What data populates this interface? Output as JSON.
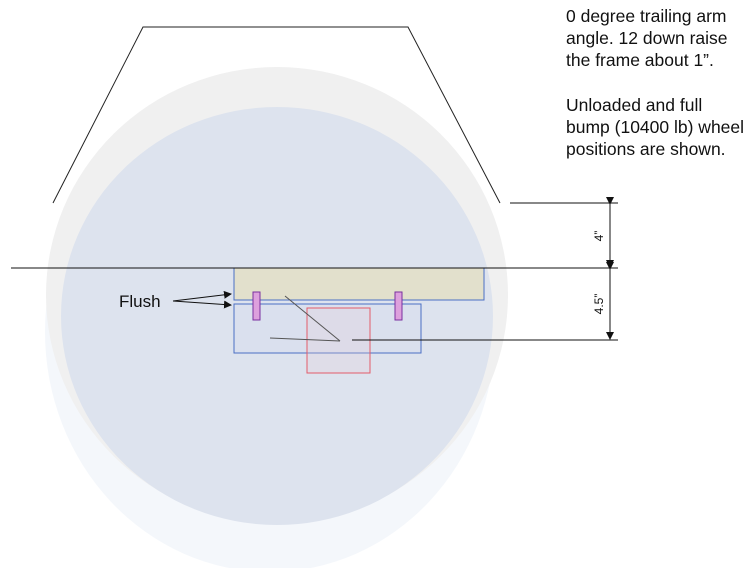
{
  "notes": {
    "note_1": "0 degree trailing arm angle. 12 down raise the frame about 1”.",
    "note_2": "Unloaded and full bump (10400 lb) wheel positions are shown."
  },
  "labels": {
    "flush": "Flush",
    "dim_upper": "4”",
    "dim_lower": "4.5”"
  },
  "colors": {
    "outline": "#222222",
    "wheel_unloaded": "#f0f0f0",
    "wheel_full_bump": "#dde3ee",
    "wheel_faint": "#f3f6fb",
    "frame_rail_fill": "#e2e0cc",
    "frame_rail_stroke": "#4a6fc4",
    "axle_bracket_stroke": "#4a6fc4",
    "axle_box_stroke": "#e35c6a",
    "bolt_fill": "#dda0dd",
    "bolt_stroke": "#7a2fa0"
  }
}
